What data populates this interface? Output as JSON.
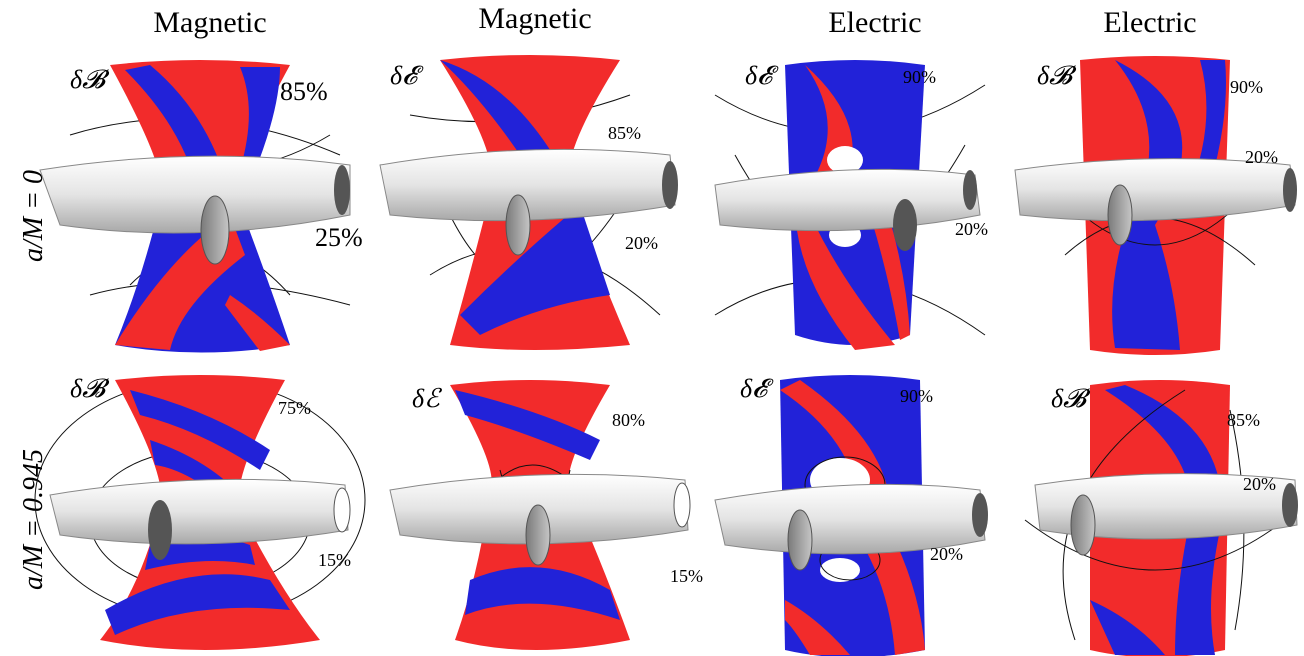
{
  "column_titles": [
    "Magnetic",
    "Magnetic",
    "Electric",
    "Electric"
  ],
  "row_labels": [
    "a/M = 0",
    "a/M = 0.945"
  ],
  "colors": {
    "red": "#f22b2b",
    "blue": "#2222d8",
    "torus": "#e8e8e8",
    "line": "#111111"
  },
  "panels": [
    {
      "field": "δ𝓑",
      "pct_top": "85%",
      "pct_bottom": "25%"
    },
    {
      "field": "δ𝓔",
      "pct_top": "85%",
      "pct_bottom": "20%"
    },
    {
      "field": "δ𝓔",
      "pct_top": "90%",
      "pct_bottom": "20%"
    },
    {
      "field": "δ𝓑",
      "pct_top": "90%",
      "pct_bottom": "20%"
    },
    {
      "field": "δ𝓑",
      "pct_top": "75%",
      "pct_bottom": "15%"
    },
    {
      "field": "δℰ",
      "pct_top": "80%",
      "pct_bottom": "15%"
    },
    {
      "field": "δ𝓔",
      "pct_top": "90%",
      "pct_bottom": "20%"
    },
    {
      "field": "δ𝓑",
      "pct_top": "85%",
      "pct_bottom": "20%"
    }
  ]
}
